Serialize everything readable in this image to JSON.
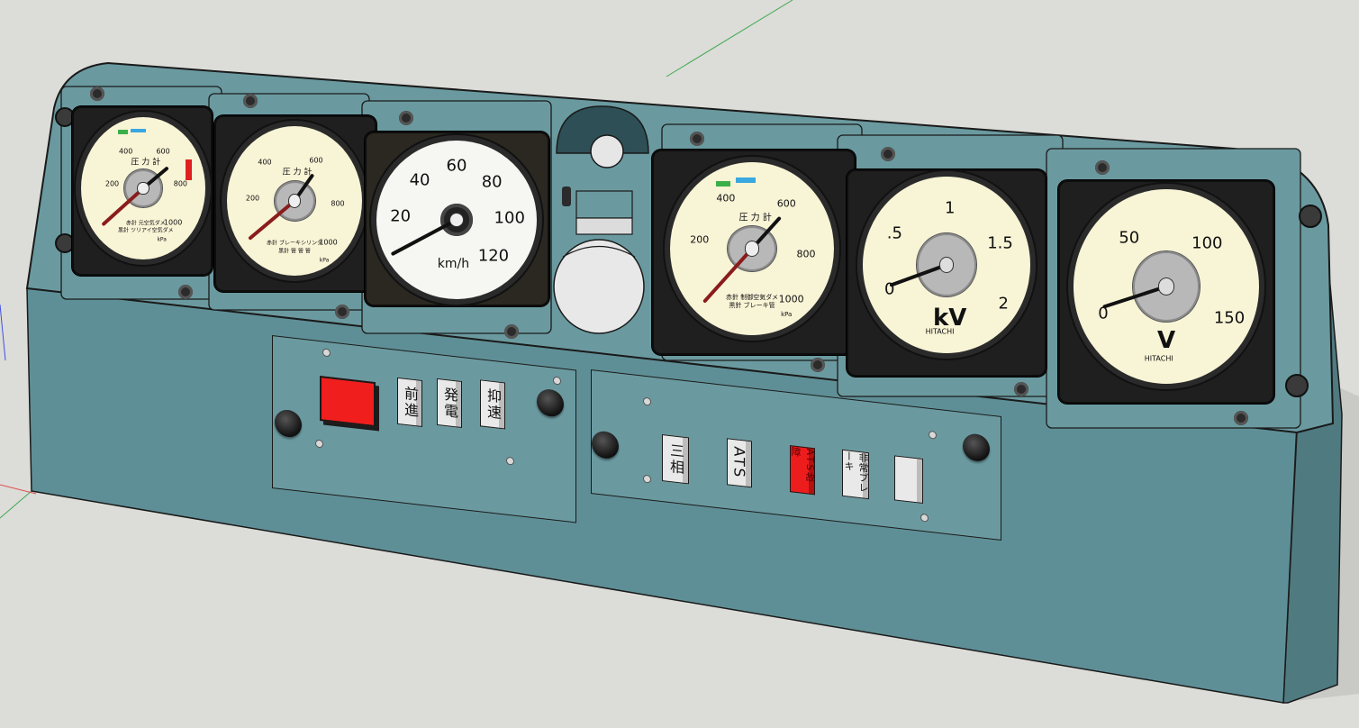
{
  "colors": {
    "panel": "#5f8f96",
    "panel_face": "#6a9aa0",
    "dial_face": "#f8f4d6",
    "lamp_red": "#f11e1e",
    "outline": "#1a1a1a"
  },
  "gauges": {
    "pressure_1": {
      "scale": [
        "200",
        "400",
        "600",
        "800",
        "1000"
      ],
      "title": "圧 力 計",
      "line1": "赤針 元空気ダメ",
      "line2": "黒針 ツリアイ空気ダメ",
      "unit": "kPa"
    },
    "pressure_2": {
      "scale": [
        "200",
        "400",
        "600",
        "800",
        "1000"
      ],
      "title": "圧 力 計",
      "line1": "赤針 ブレーキシリンダ",
      "line2": "黒針 管 管 管",
      "unit": "kPa"
    },
    "speedometer": {
      "scale": [
        "20",
        "40",
        "60",
        "80",
        "100",
        "120"
      ],
      "unit": "km/h"
    },
    "pressure_3": {
      "scale": [
        "200",
        "400",
        "600",
        "800",
        "1000"
      ],
      "title": "圧 力 計",
      "line1": "赤針 制御空気ダメ",
      "line2": "黒針 ブレーキ管",
      "unit": "kPa"
    },
    "kilovolt": {
      "scale": [
        "0",
        ".5",
        "1",
        "1.5",
        "2"
      ],
      "unit": "kV",
      "maker": "HITACHI"
    },
    "volt": {
      "scale": [
        "0",
        "50",
        "100",
        "150"
      ],
      "unit": "V",
      "maker": "HITACHI"
    }
  },
  "switches_left": [
    "前進",
    "発電",
    "抑速"
  ],
  "switches_right": [
    "三相",
    "ATS",
    "ATS故障",
    "非常ブレーキ",
    ""
  ]
}
